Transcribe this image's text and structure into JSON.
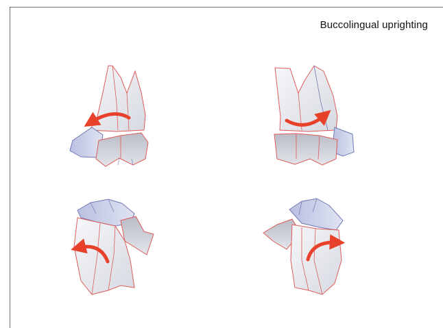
{
  "figure": {
    "title": "Buccolingual uprighting",
    "colors": {
      "outline_red": "#e05a5a",
      "outline_blue": "#6f78b3",
      "fill_blue": "#c3c9e2",
      "fill_grey": "#cfd1d9",
      "fill_light": "#eef0f4",
      "arrow": "#e8412b",
      "frame": "#6f6f6f"
    },
    "arrows": [
      {
        "tooth": "upper-left",
        "direction": "counterclockwise"
      },
      {
        "tooth": "upper-right",
        "direction": "clockwise"
      },
      {
        "tooth": "lower-left",
        "direction": "counterclockwise"
      },
      {
        "tooth": "lower-right",
        "direction": "clockwise"
      }
    ]
  }
}
